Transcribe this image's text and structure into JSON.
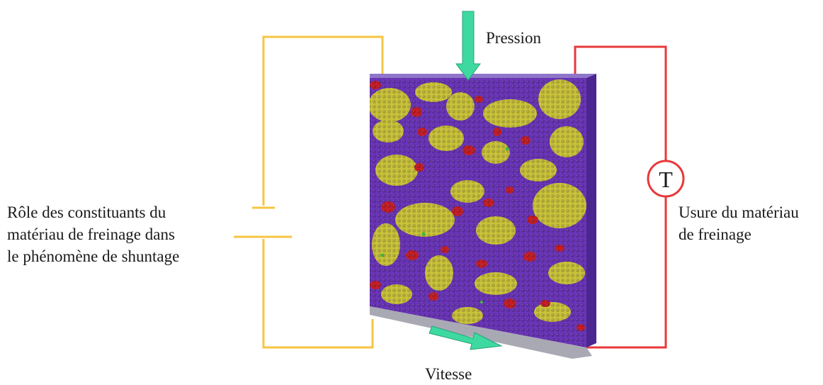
{
  "labels": {
    "pressure": "Pression",
    "speed": "Vitesse",
    "left_line1": "Rôle des constituants du",
    "left_line2": "matériau de freinage dans",
    "left_line3": "le phénomène de shuntage",
    "right_line1": "Usure du matériau",
    "right_line2": "de freinage",
    "meter_symbol": "T"
  },
  "colors": {
    "left_circuit": "#f5c542",
    "right_circuit": "#e8383a",
    "arrows": "#3dd9a0",
    "matrix": "#6a35b8",
    "phase_yellow": "#c9c23a",
    "phase_red": "#c41f28",
    "phase_green": "#3fbf3f"
  }
}
